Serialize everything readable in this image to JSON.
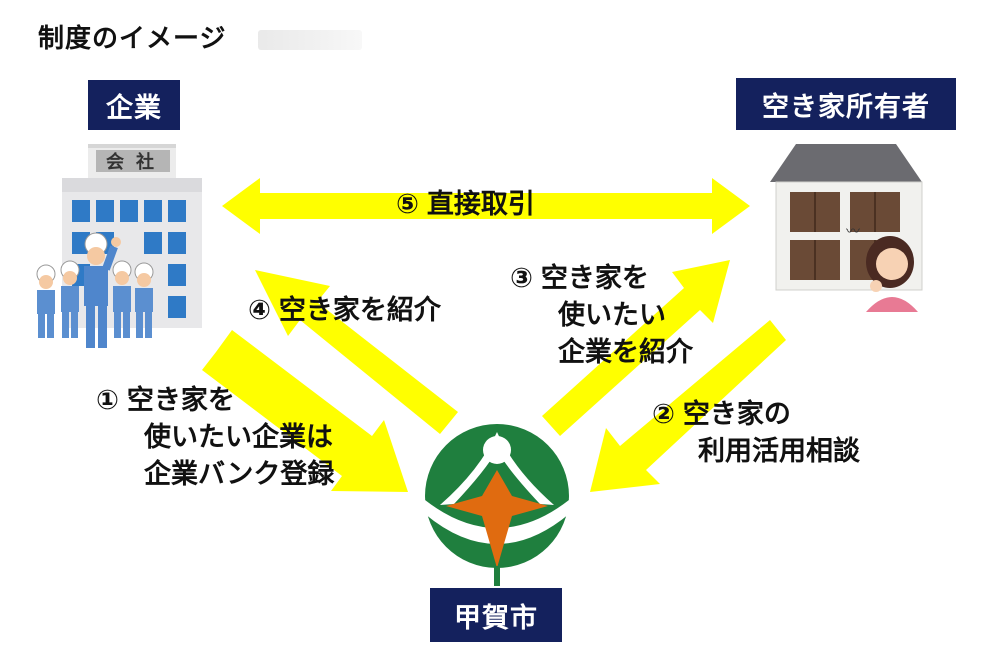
{
  "title": "制度のイメージ",
  "nodes": {
    "company": "企業",
    "owner": "空き家所有者",
    "city": "甲賀市"
  },
  "company_sign": [
    "会",
    "社"
  ],
  "steps": {
    "step1": {
      "num": "①",
      "lines": [
        "空き家を",
        "使いたい企業は",
        "企業バンク登録"
      ]
    },
    "step2": {
      "num": "②",
      "lines": [
        "空き家の",
        "利用活用相談"
      ]
    },
    "step3": {
      "num": "③",
      "lines": [
        "空き家を",
        "使いたい",
        "企業を紹介"
      ]
    },
    "step4": {
      "num": "④",
      "lines": [
        "空き家を紹介"
      ]
    },
    "step5": {
      "num": "⑤",
      "lines": [
        "直接取引"
      ]
    }
  },
  "colors": {
    "arrow": "#ffff00",
    "label_bg": "#14215d",
    "logo_green": "#1f7f3e",
    "logo_orange": "#e06b10"
  }
}
